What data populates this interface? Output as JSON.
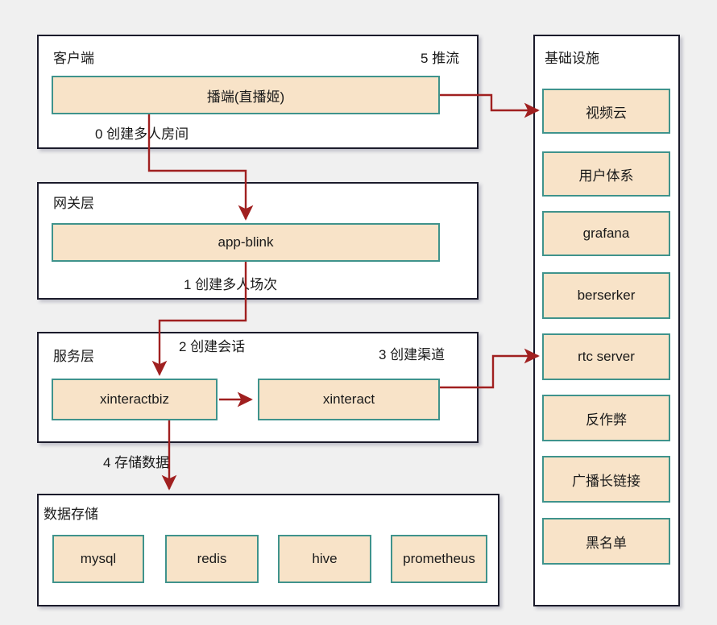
{
  "diagram": {
    "background_color": "#f0f0f0",
    "node_fill": "#f8e3c8",
    "node_border": "#3f938c",
    "panel_border": "#1b1b2b",
    "arrow_color": "#a02020"
  },
  "panels": {
    "client": {
      "title": "客户端",
      "nodes": [
        {
          "label": "播端(直播姬)"
        }
      ]
    },
    "gateway": {
      "title": "网关层",
      "nodes": [
        {
          "label": "app-blink"
        }
      ]
    },
    "service": {
      "title": "服务层",
      "nodes": [
        {
          "label": "xinteractbiz"
        },
        {
          "label": "xinteract"
        }
      ]
    },
    "storage": {
      "title": "数据存储",
      "nodes": [
        {
          "label": "mysql"
        },
        {
          "label": "redis"
        },
        {
          "label": "hive"
        },
        {
          "label": "prometheus"
        }
      ]
    },
    "infrastructure": {
      "title": "基础设施",
      "nodes": [
        {
          "label": "视频云"
        },
        {
          "label": "用户体系"
        },
        {
          "label": "grafana"
        },
        {
          "label": "berserker"
        },
        {
          "label": "rtc server"
        },
        {
          "label": "反作弊"
        },
        {
          "label": "广播长链接"
        },
        {
          "label": "黑名单"
        }
      ]
    }
  },
  "steps": [
    {
      "id": "step-0",
      "label": "0 创建多人房间"
    },
    {
      "id": "step-1",
      "label": "1 创建多人场次"
    },
    {
      "id": "step-2",
      "label": "2 创建会话"
    },
    {
      "id": "step-3",
      "label": "3 创建渠道"
    },
    {
      "id": "step-4",
      "label": "4 存储数据"
    },
    {
      "id": "step-5",
      "label": "5 推流"
    }
  ]
}
